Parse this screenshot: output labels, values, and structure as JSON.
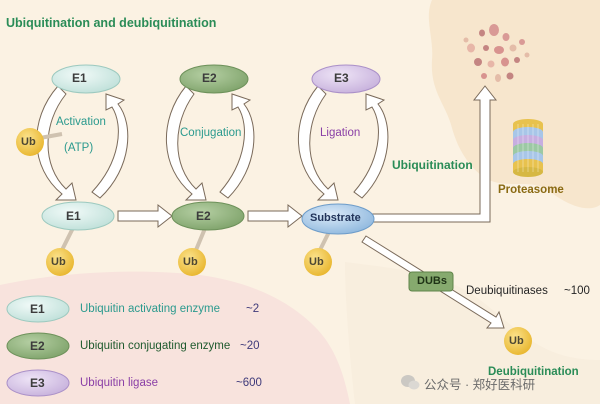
{
  "title": "Ubiquitination and deubiquitination",
  "enzymes": {
    "e1": "E1",
    "e2": "E2",
    "e3": "E3",
    "substrate": "Substrate",
    "ub": "Ub"
  },
  "steps": {
    "activation": "Activation",
    "atp": "(ATP)",
    "conjugation": "Conjugation",
    "ligation": "Ligation"
  },
  "pathways": {
    "ubiquitination": "Ubiquitination",
    "proteasome": "Proteasome",
    "dubs": "DUBs",
    "deubiquitinases": "Deubiquitinases",
    "deubiquitinases_count": "~100",
    "deubiquitination": "Deubiquitination"
  },
  "legend": [
    {
      "label": "E1",
      "name": "Ubiquitin activating enzyme",
      "count": "~2"
    },
    {
      "label": "E2",
      "name": "Ubiquitin conjugating enzyme",
      "count": "~20"
    },
    {
      "label": "E3",
      "name": "Ubiquitin ligase",
      "count": "~600"
    }
  ],
  "watermark": "公众号 · 郑好医科研",
  "colors": {
    "background": "#fbf2e3",
    "e1": "#d3ece7",
    "e2": "#8fb07c",
    "e3": "#d7c6e8",
    "substrate": "#a9cbe9",
    "ub": "#f0c64a",
    "title_green": "#2a8c57",
    "teal_text": "#2b9a8e",
    "purple_text": "#8a3fa6"
  }
}
